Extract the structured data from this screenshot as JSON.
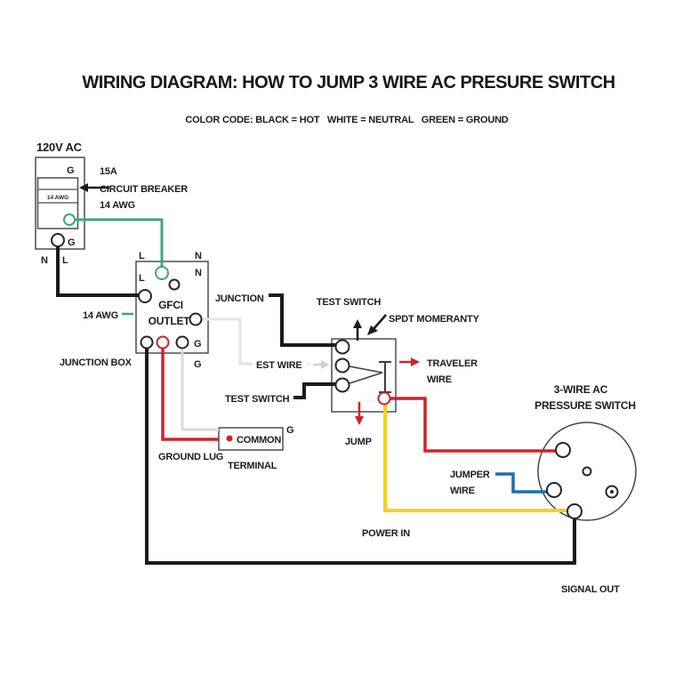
{
  "header": {
    "title": "WIRING DIAGRAM: HOW TO JUMP 3 WIRE AC PRESURE SWITCH",
    "color_code": "COLOR CODE: BLACK = HOT   WHITE = NEUTRAL   GREEN = GROUND"
  },
  "breaker_panel": {
    "supply": "120V AC",
    "ground_top": "G",
    "breaker_text": "14 AWG",
    "callout_line1": "15A",
    "callout_line2": "CIRCUIT BREAKER",
    "callout_line3": "14 AWG",
    "ground_bottom": "G",
    "neutral": "N",
    "line": "L"
  },
  "gfci_outlet": {
    "line_outside": "L",
    "neutral_outside": "N",
    "line_inside": "L",
    "neutral_inside": "N",
    "name_line1": "GFCI",
    "name_line2": "OUTLET",
    "ground_inside": "G",
    "ground_outside": "G",
    "wire_gauge": "14 AWG",
    "enclosure": "JUNCTION BOX"
  },
  "test_switch": {
    "junction": "JUNCTION",
    "label_top": "TEST SWITCH",
    "type": "SPDT MOMERANTY",
    "test_wire": "EST WIRE",
    "label_bottom": "TEST SWITCH",
    "jump": "JUMP",
    "traveler_line1": "TRAVELER",
    "traveler_line2": "WIRE"
  },
  "common_terminal": {
    "name": "COMMON",
    "caption": "TERMINAL",
    "ground_lug": "GROUND LUG",
    "ground": "G"
  },
  "pressure_switch": {
    "name_line1": "3-WIRE AC",
    "name_line2": "PRESSURE SWITCH",
    "jumper_line1": "JUMPER",
    "jumper_line2": "WIRE",
    "power_in": "POWER IN",
    "signal_out": "SIGNAL OUT"
  },
  "wire_colors": {
    "hot_black": "#1b1b1b",
    "neutral_white": "#e4e4e4",
    "ground_green": "#3fa777",
    "ground_gray": "#dadada",
    "red": "#d1202a",
    "yellow": "#f2d21c",
    "blue": "#1e6db6"
  }
}
